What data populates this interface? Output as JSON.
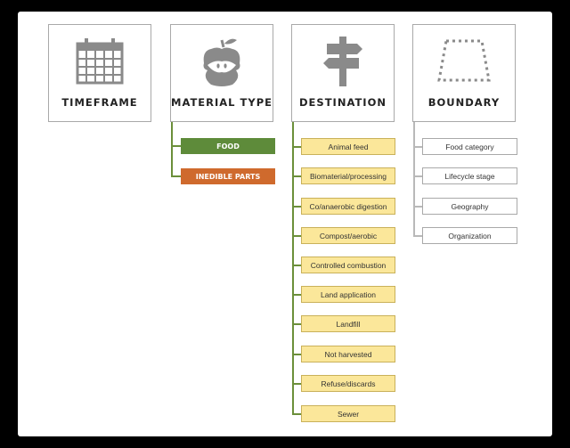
{
  "cards": {
    "timeframe": "TIMEFRAME",
    "material_type": "MATERIAL TYPE",
    "destination": "DESTINATION",
    "boundary": "BOUNDARY"
  },
  "material_types": [
    {
      "label": "FOOD",
      "color": "#5e8b3a"
    },
    {
      "label": "INEDIBLE PARTS",
      "color": "#cf6a2d"
    }
  ],
  "destinations": [
    "Animal feed",
    "Biomaterial/processing",
    "Co/anaerobic digestion",
    "Compost/aerobic",
    "Controlled combustion",
    "Land application",
    "Landfill",
    "Not harvested",
    "Refuse/discards",
    "Sewer"
  ],
  "boundaries": [
    "Food category",
    "Lifecycle stage",
    "Geography",
    "Organization"
  ],
  "icons": {
    "timeframe": "calendar-icon",
    "material_type": "apple-core-icon",
    "destination": "signpost-icon",
    "boundary": "dotted-trapezoid-icon"
  },
  "colors": {
    "connector_green": "#6b8f3a",
    "connector_gray": "#b9b9b9",
    "destination_fill": "#fbe79a"
  }
}
